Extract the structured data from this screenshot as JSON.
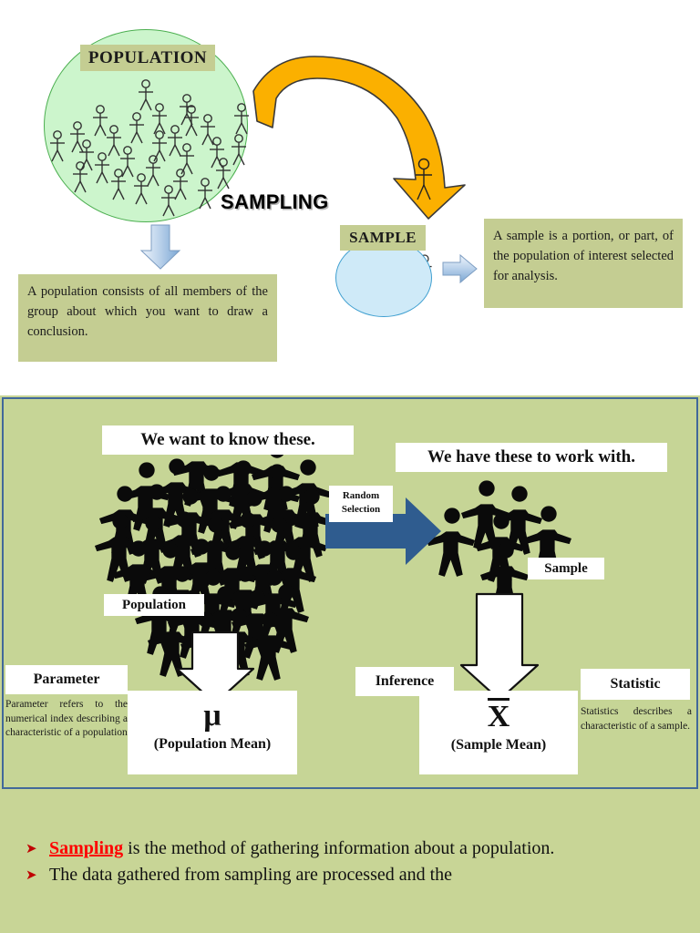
{
  "top": {
    "population_label": "POPULATION",
    "sample_label": "SAMPLE",
    "sampling_word": "SAMPLING",
    "population_desc": "A population consists of all members of the group about which you want to draw a conclusion.",
    "sample_desc": "A sample is a portion, or part, of the population of interest selected for analysis."
  },
  "panel": {
    "know_label": "We want to know these.",
    "have_label": "We have these to work with.",
    "random_selection": "Random\nSelection",
    "random_selection_line1": "Random",
    "random_selection_line2": "Selection",
    "population_label": "Population",
    "sample_label": "Sample",
    "parameter_label": "Parameter",
    "parameter_text": "Parameter refers to the numerical index describing a characteristic of a population",
    "inference_label": "Inference",
    "statistic_label": "Statistic",
    "statistic_text": "Statistics describes a characteristic of a sample.",
    "mu_symbol": "μ",
    "mu_caption": "(Population Mean)",
    "xbar_symbol": "X",
    "xbar_caption": "(Sample Mean)"
  },
  "bullets": [
    {
      "highlight": "Sampling",
      "rest": " is the method of gathering information about a population."
    },
    {
      "highlight": "",
      "rest": "The data gathered from sampling are processed and the"
    }
  ],
  "colors": {
    "olive_label": "#c4cd92",
    "page_green": "#c8d596",
    "panel_green": "#c6d596",
    "panel_border": "#41699a",
    "population_circle": "#ccf5cc",
    "sample_circle": "#cfeaf8",
    "orange_arrow": "#fbb000",
    "blue_arrow": "#2f5c8f",
    "bullet_red": "#ff0000"
  }
}
